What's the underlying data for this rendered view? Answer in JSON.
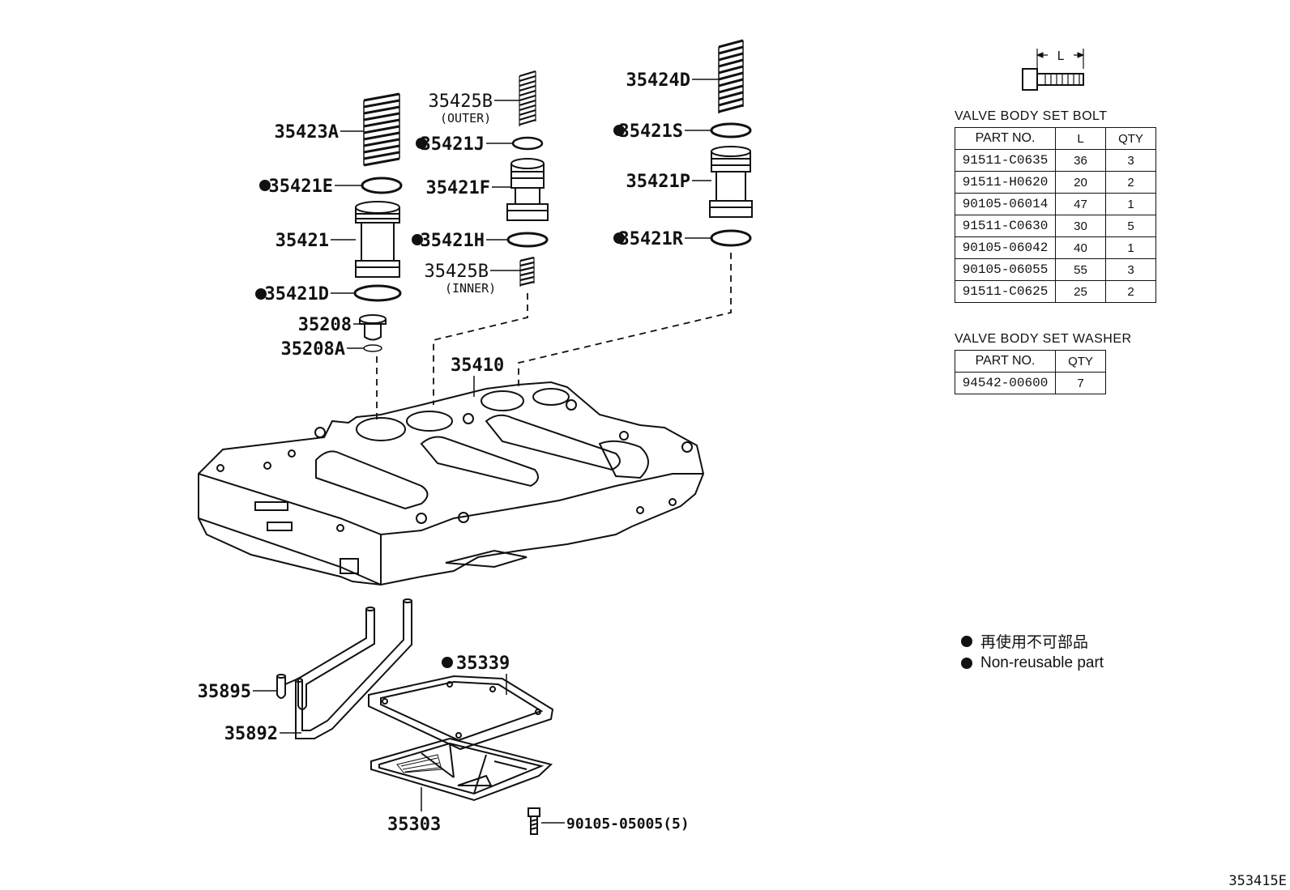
{
  "callouts": {
    "p35424D": "35424D",
    "p35425B_outer": "35425B",
    "outer": "(OUTER)",
    "p35423A": "35423A",
    "p35421J": "35421J",
    "p35421S": "35421S",
    "p35421E": "35421E",
    "p35421F": "35421F",
    "p35421P": "35421P",
    "p35421": "35421",
    "p35421H": "35421H",
    "p35421R": "35421R",
    "p35425B_inner": "35425B",
    "inner": "(INNER)",
    "p35421D": "35421D",
    "p35208": "35208",
    "p35208A": "35208A",
    "p35410": "35410",
    "p35339": "35339",
    "p35895": "35895",
    "p35892": "35892",
    "p35303": "35303",
    "p90105_05005": "90105-05005(5)"
  },
  "bolt_icon_label": "L",
  "bolt_table": {
    "title": "VALVE BODY SET BOLT",
    "headers": [
      "PART NO.",
      "L",
      "QTY"
    ],
    "rows": [
      [
        "91511-C0635",
        "36",
        "3"
      ],
      [
        "91511-H0620",
        "20",
        "2"
      ],
      [
        "90105-06014",
        "47",
        "1"
      ],
      [
        "91511-C0630",
        "30",
        "5"
      ],
      [
        "90105-06042",
        "40",
        "1"
      ],
      [
        "90105-06055",
        "55",
        "3"
      ],
      [
        "91511-C0625",
        "25",
        "2"
      ]
    ]
  },
  "washer_table": {
    "title": "VALVE BODY SET WASHER",
    "headers": [
      "PART NO.",
      "QTY"
    ],
    "rows": [
      [
        "94542-00600",
        "7"
      ]
    ]
  },
  "legend": {
    "japanese": "再使用不可部品",
    "english": "Non-reusable part"
  },
  "diagram_id": "353415E"
}
